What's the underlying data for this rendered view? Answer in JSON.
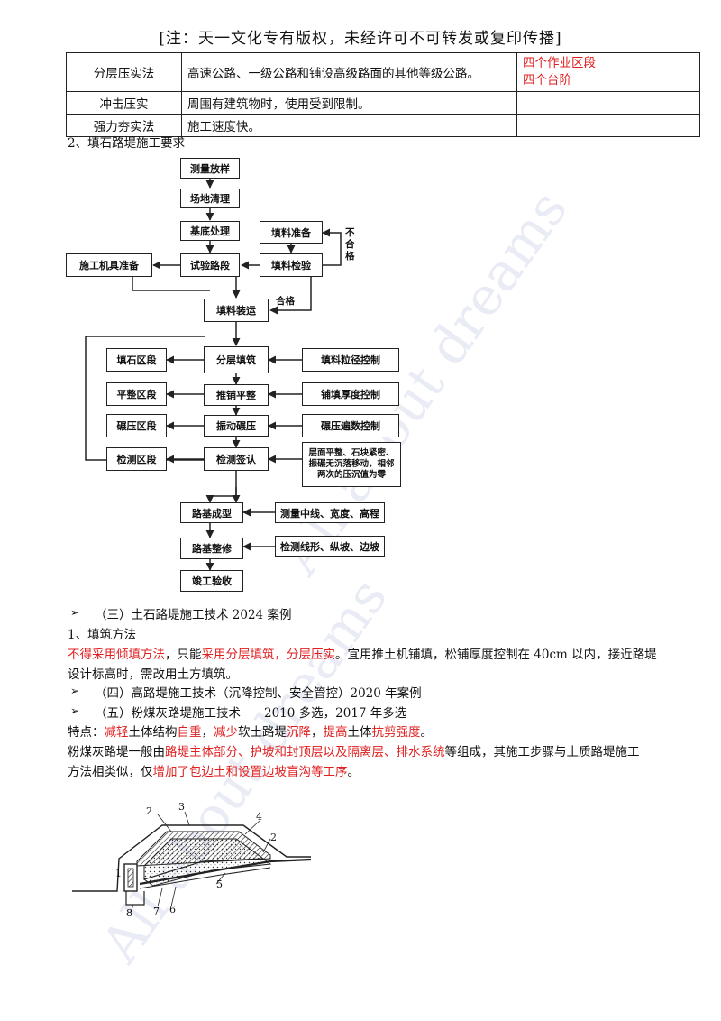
{
  "header": "[注：天一文化专有版权，未经许可不可转发或复印传播]",
  "table": [
    {
      "method": "分层压实法",
      "desc": "高速公路、一级公路和铺设高级路面的其他等级公路。",
      "note": [
        "四个作业区段",
        "四个台阶"
      ]
    },
    {
      "method": "冲击压实",
      "desc": "周围有建筑物时，使用受到限制。",
      "note": []
    },
    {
      "method": "强力夯实法",
      "desc": "施工速度快。",
      "note": []
    }
  ],
  "section2_title": "2、填石路堤施工要求",
  "flow": {
    "survey": "测量放样",
    "clear": "场地清理",
    "base": "基底处理",
    "trial": "试验路段",
    "machine": "施工机具准备",
    "fill_prep": "填料准备",
    "fill_check": "填料检验",
    "unqualified": "不合格",
    "qualified": "合格",
    "transport": "填料装运",
    "zone_fill": "填石区段",
    "zone_level": "平整区段",
    "zone_roll": "碾压区段",
    "zone_check": "检测区段",
    "layer_fill": "分层填筑",
    "spread": "推铺平整",
    "vibrate": "振动碾压",
    "inspect": "检测签认",
    "ctrl_size": "填料粒径控制",
    "ctrl_thick": "铺填厚度控制",
    "ctrl_passes": "碾压遍数控制",
    "ctrl_note": "层面平整、石块紧密、振碾无沉落移动，相邻两次的压沉值为零",
    "formed": "路基成型",
    "measure1": "测量中线、宽度、高程",
    "trim": "路基整修",
    "measure2": "检测线形、纵坡、边坡",
    "accept": "竣工验收"
  },
  "sec3": {
    "bullet": "➢",
    "title": "（三）土石路堤施工技术 2024 案例",
    "sub": "1、填筑方法",
    "p1_red1": "不得采用倾填方法",
    "p1_t1": "，只能",
    "p1_red2": "采用分层填筑，分层压实",
    "p1_t2": "。宜用推土机铺填，松铺厚度控制在 40cm 以内，接近路堤",
    "p1_t3": "设计标高时，需改用土方填筑。"
  },
  "sec4": {
    "bullet": "➢",
    "title": "（四）高路堤施工技术（沉降控制、安全管控）2020 年案例"
  },
  "sec5": {
    "bullet": "➢",
    "title": "（五）粉煤灰路堤施工技术",
    "years": "2010 多选，2017 年多选",
    "feat_label": "特点：",
    "f1": "减轻",
    "f2": "土体结构",
    "f3": "自重",
    "f4": "，",
    "f5": "减少",
    "f6": "软土路堤",
    "f7": "沉降",
    "f8": "，",
    "f9": "提高",
    "f10": "土体",
    "f11": "抗剪强度",
    "f12": "。",
    "p_t1": "粉煤灰路堤一般由",
    "p_r1": "路堤主体部分、护坡和封顶层以及隔离层、排水系统",
    "p_t2": "等组成，其施工步骤与土质路堤施工",
    "p_t3": "方法相类似，仅",
    "p_r2": "增加了包边土和设置边坡盲沟等工序",
    "p_t4": "。"
  },
  "diagram_labels": [
    "2",
    "3",
    "4",
    "2",
    "1",
    "5",
    "8",
    "7",
    "6"
  ],
  "watermark": "All about dreams"
}
